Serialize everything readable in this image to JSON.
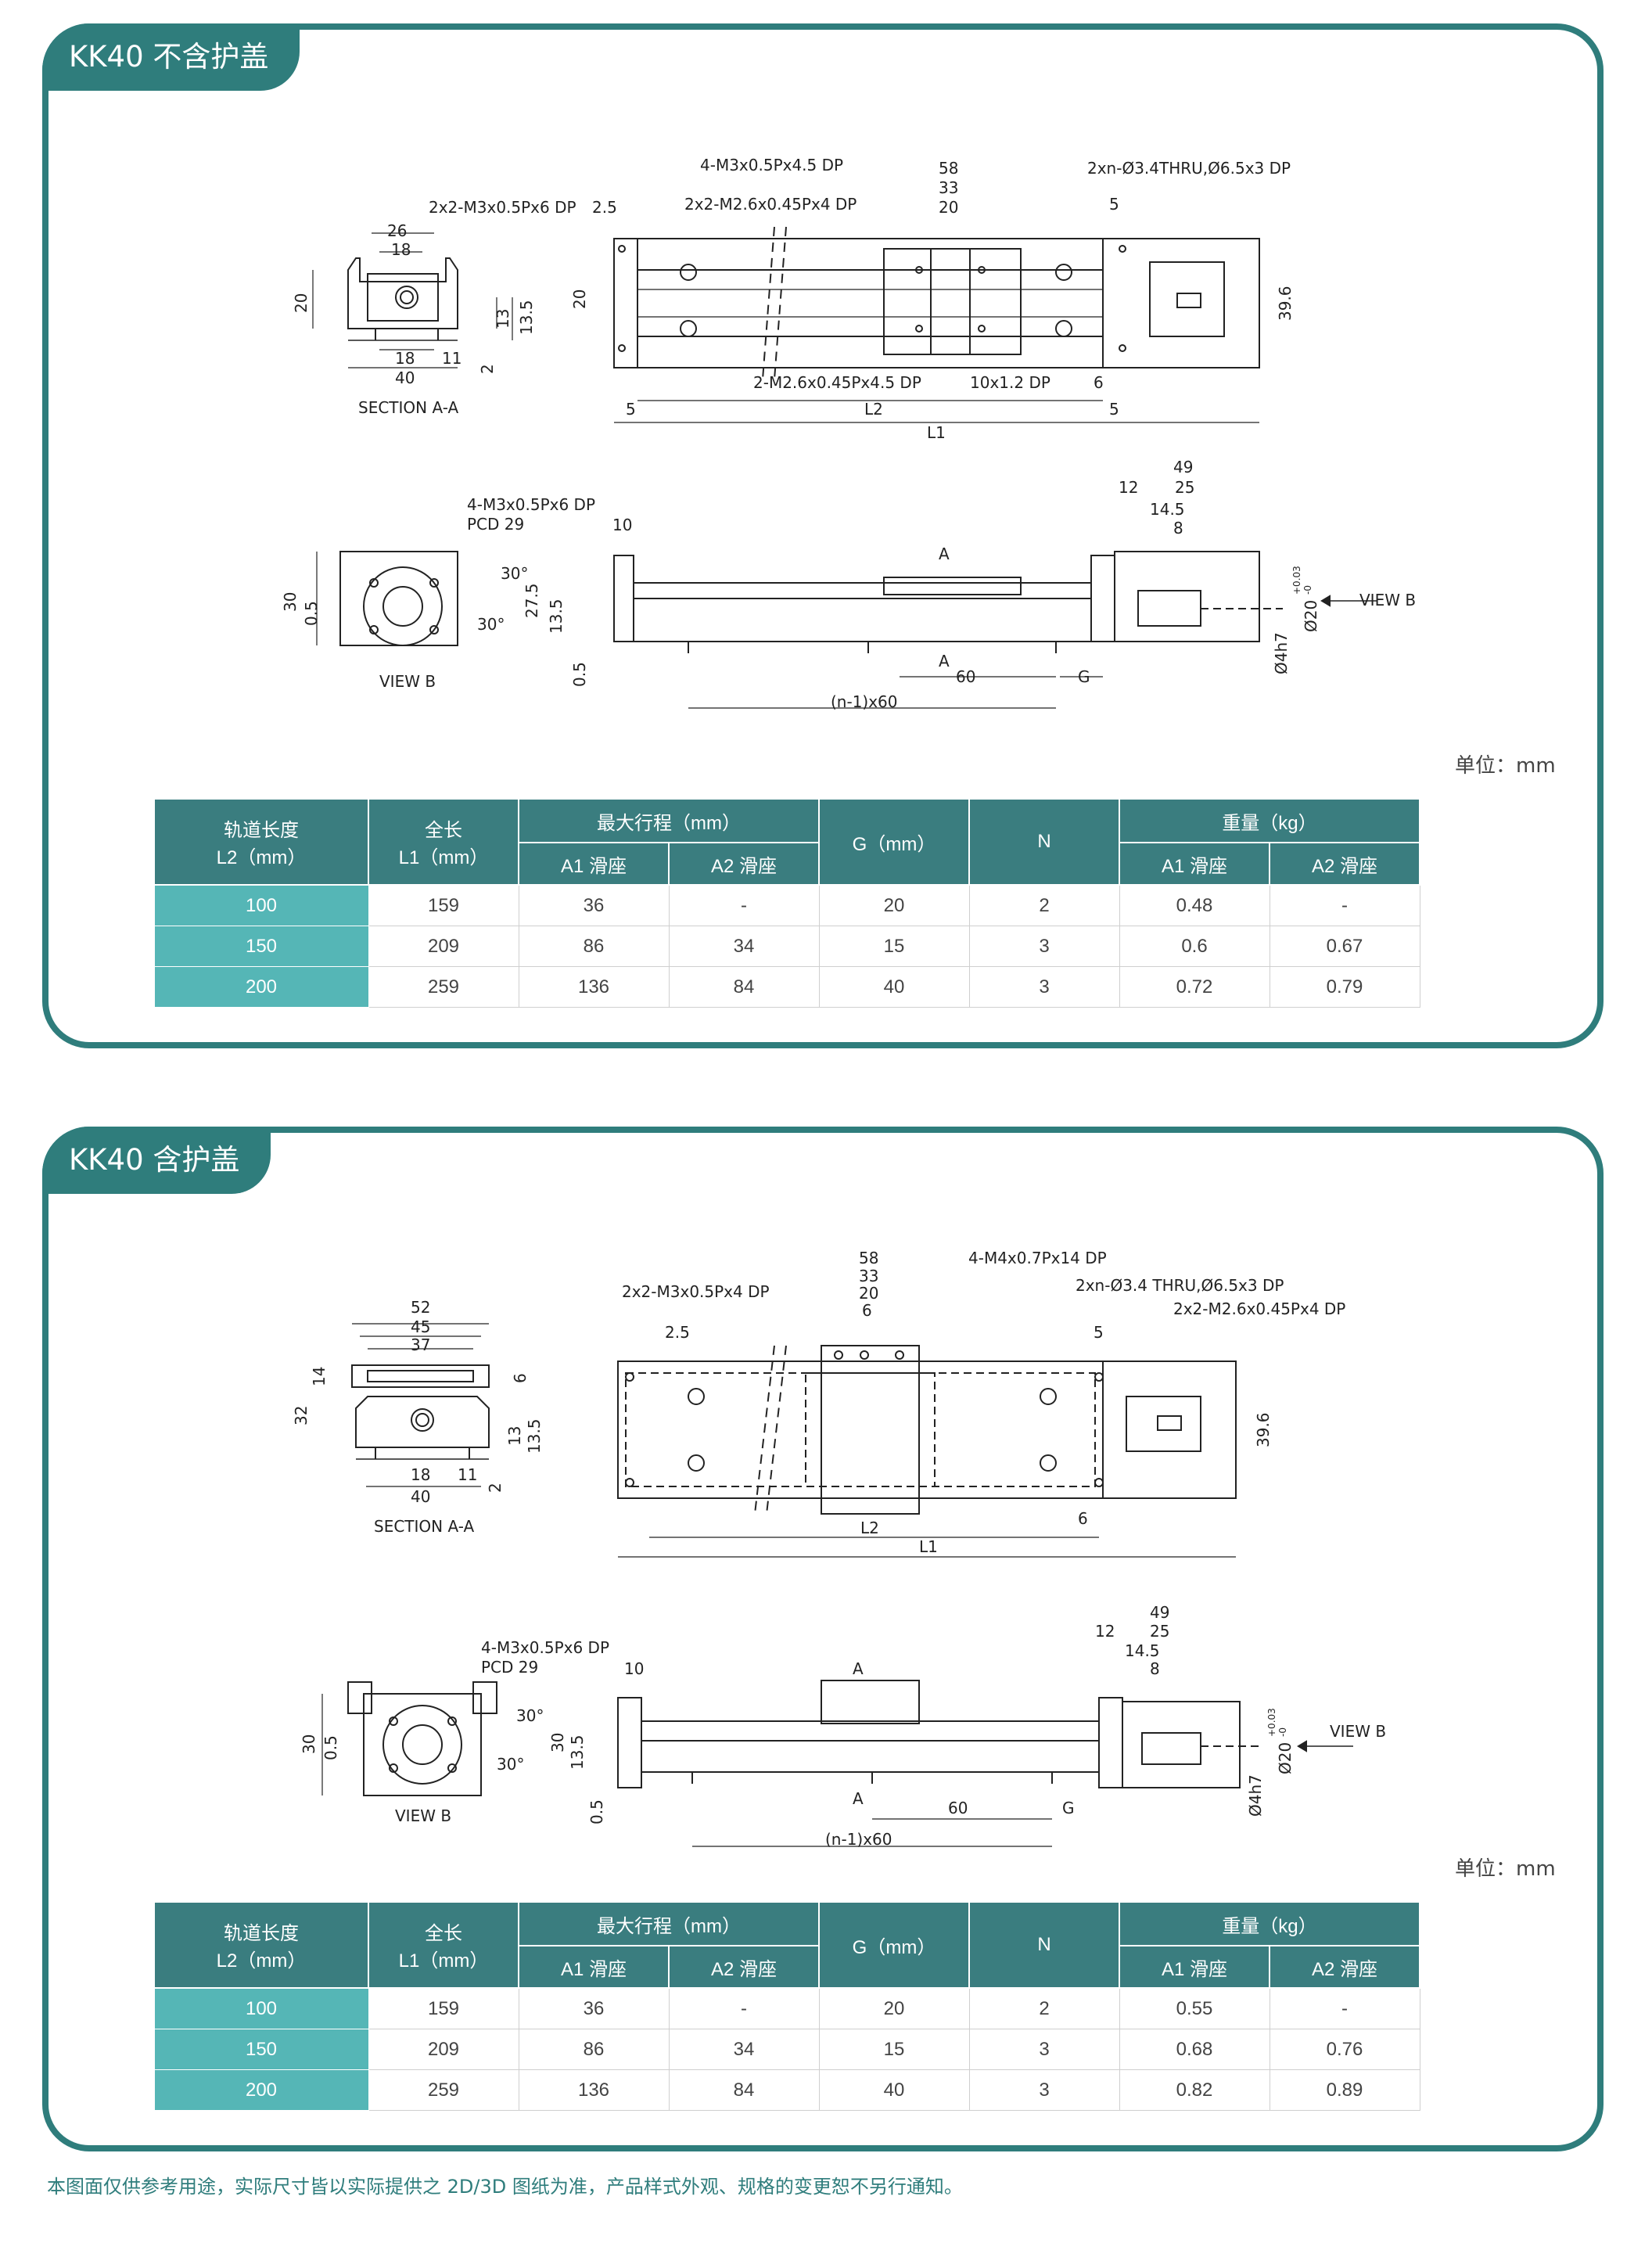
{
  "sections": [
    {
      "title": "KK40 不含护盖",
      "unit": "单位：mm",
      "labels": {
        "section_caption": "SECTION A-A",
        "view_caption": "VIEW B",
        "view_arrow": "VIEW B",
        "top_callouts": [
          "4-M3x0.5Px4.5 DP",
          "2x2-M3x0.5Px6 DP",
          "2x2-M2.6x0.45Px4 DP",
          "2xn-Ø3.4THRU,Ø6.5x3 DP",
          "2-M2.6x0.45Px4.5 DP",
          "10x1.2 DP"
        ],
        "top_dims": [
          "58",
          "33",
          "20",
          "2.5",
          "5",
          "20",
          "39.6",
          "6",
          "5",
          "L2",
          "5",
          "L1"
        ],
        "sec_dims": [
          "26",
          "18",
          "20",
          "13",
          "13.5",
          "18",
          "11",
          "2",
          "40"
        ],
        "view_callouts": [
          "4-M3x0.5Px6 DP",
          "PCD 29"
        ],
        "view_dims": [
          "30",
          "0.5",
          "30°",
          "30°"
        ],
        "side_dims": [
          "10",
          "27.5",
          "13.5",
          "0.5",
          "A",
          "A",
          "60",
          "G",
          "(n-1)x60",
          "49",
          "12",
          "25",
          "14.5",
          "8",
          "Ø20",
          "+0.03",
          "-0",
          "Ø4h7"
        ]
      },
      "table": {
        "headers": {
          "l2": "轨道长度\nL2（mm）",
          "l1": "全长\nL1（mm）",
          "stroke": "最大行程（mm）",
          "g": "G（mm）",
          "n": "N",
          "weight": "重量（kg）",
          "a1": "A1 滑座",
          "a2": "A2 滑座"
        },
        "rows": [
          [
            "100",
            "159",
            "36",
            "-",
            "20",
            "2",
            "0.48",
            "-"
          ],
          [
            "150",
            "209",
            "86",
            "34",
            "15",
            "3",
            "0.6",
            "0.67"
          ],
          [
            "200",
            "259",
            "136",
            "84",
            "40",
            "3",
            "0.72",
            "0.79"
          ]
        ]
      }
    },
    {
      "title": "KK40 含护盖",
      "unit": "单位：mm",
      "labels": {
        "section_caption": "SECTION A-A",
        "view_caption": "VIEW B",
        "view_arrow": "VIEW B",
        "top_callouts": [
          "2x2-M3x0.5Px4 DP",
          "4-M4x0.7Px14 DP",
          "2xn-Ø3.4 THRU,Ø6.5x3 DP",
          "2x2-M2.6x0.45Px4 DP"
        ],
        "top_dims": [
          "58",
          "33",
          "20",
          "6",
          "2.5",
          "5",
          "39.6",
          "6",
          "L2",
          "L1"
        ],
        "sec_dims": [
          "52",
          "45",
          "37",
          "14",
          "6",
          "32",
          "13",
          "13.5",
          "18",
          "11",
          "2",
          "40"
        ],
        "view_callouts": [
          "4-M3x0.5Px6 DP",
          "PCD 29"
        ],
        "view_dims": [
          "30",
          "0.5",
          "30°",
          "30°"
        ],
        "side_dims": [
          "10",
          "30",
          "13.5",
          "0.5",
          "A",
          "A",
          "60",
          "G",
          "(n-1)x60",
          "49",
          "12",
          "25",
          "14.5",
          "8",
          "Ø20",
          "+0.03",
          "-0",
          "Ø4h7"
        ]
      },
      "table": {
        "headers": {
          "l2": "轨道长度\nL2（mm）",
          "l1": "全长\nL1（mm）",
          "stroke": "最大行程（mm）",
          "g": "G（mm）",
          "n": "N",
          "weight": "重量（kg）",
          "a1": "A1 滑座",
          "a2": "A2 滑座"
        },
        "rows": [
          [
            "100",
            "159",
            "36",
            "-",
            "20",
            "2",
            "0.55",
            "-"
          ],
          [
            "150",
            "209",
            "86",
            "34",
            "15",
            "3",
            "0.68",
            "0.76"
          ],
          [
            "200",
            "259",
            "136",
            "84",
            "40",
            "3",
            "0.82",
            "0.89"
          ]
        ]
      }
    }
  ],
  "footnote": "本图面仅供参考用途，实际尺寸皆以实际提供之 2D/3D 图纸为准，产品样式外观、规格的变更恕不另行通知。",
  "colors": {
    "brand": "#2f7d7c",
    "header": "#3a7d7f",
    "row_key": "#55b6b6"
  }
}
